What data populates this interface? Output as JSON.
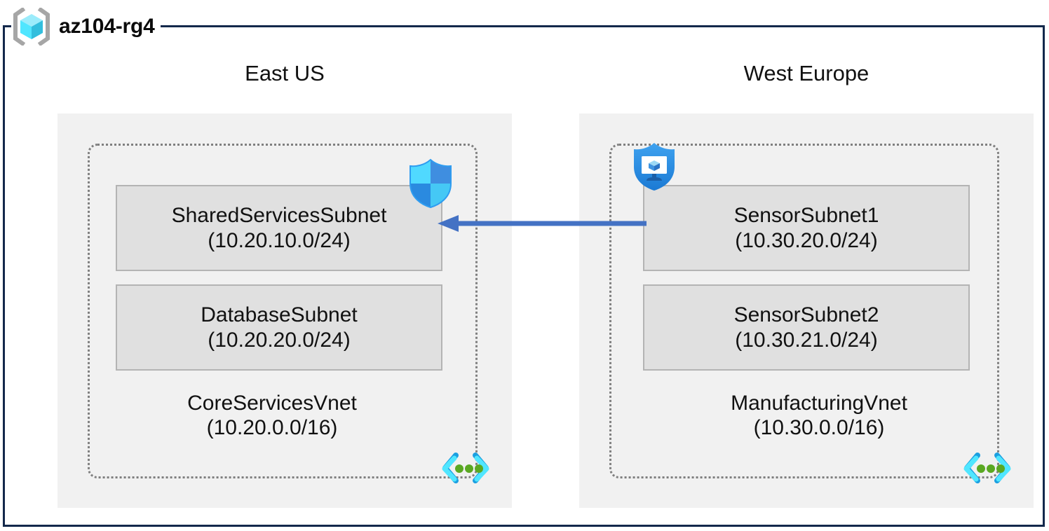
{
  "diagram": {
    "resource_group": {
      "name": "az104-rg4",
      "icon": "resource-group-cube-icon",
      "frame_color": "#13284b"
    },
    "colors": {
      "frame": "#13284b",
      "region_bg": "#f1f1f1",
      "subnet_bg": "#e0e0e0",
      "subnet_border": "#b4b4b4",
      "vnet_border": "#7f7f7f",
      "arrow": "#4472c4",
      "nsg_shield": "#32b4ff",
      "vnet_icon_bracket": "#2ec8f0",
      "vnet_icon_dot": "#5aa822"
    },
    "regions": [
      {
        "label": "East US",
        "vnet": {
          "name": "CoreServicesVnet",
          "cidr": "(10.20.0.0/16)",
          "icon": "virtual-network-icon",
          "subnets": [
            {
              "name": "SharedServicesSubnet",
              "cidr": "(10.20.10.0/24)",
              "badge": "network-security-group-shield-icon"
            },
            {
              "name": "DatabaseSubnet",
              "cidr": "(10.20.20.0/24)",
              "badge": null
            }
          ]
        }
      },
      {
        "label": "West Europe",
        "vnet": {
          "name": "ManufacturingVnet",
          "cidr": "(10.30.0.0/16)",
          "icon": "virtual-network-icon",
          "subnets": [
            {
              "name": "SensorSubnet1",
              "cidr": "(10.30.20.0/24)",
              "badge": "virtual-machine-shield-icon"
            },
            {
              "name": "SensorSubnet2",
              "cidr": "(10.30.21.0/24)",
              "badge": null
            }
          ]
        }
      }
    ],
    "connection": {
      "name": "vnet-peering-arrow",
      "direction": "right-to-left",
      "from": "SensorSubnet1",
      "to": "SharedServicesSubnet"
    }
  }
}
